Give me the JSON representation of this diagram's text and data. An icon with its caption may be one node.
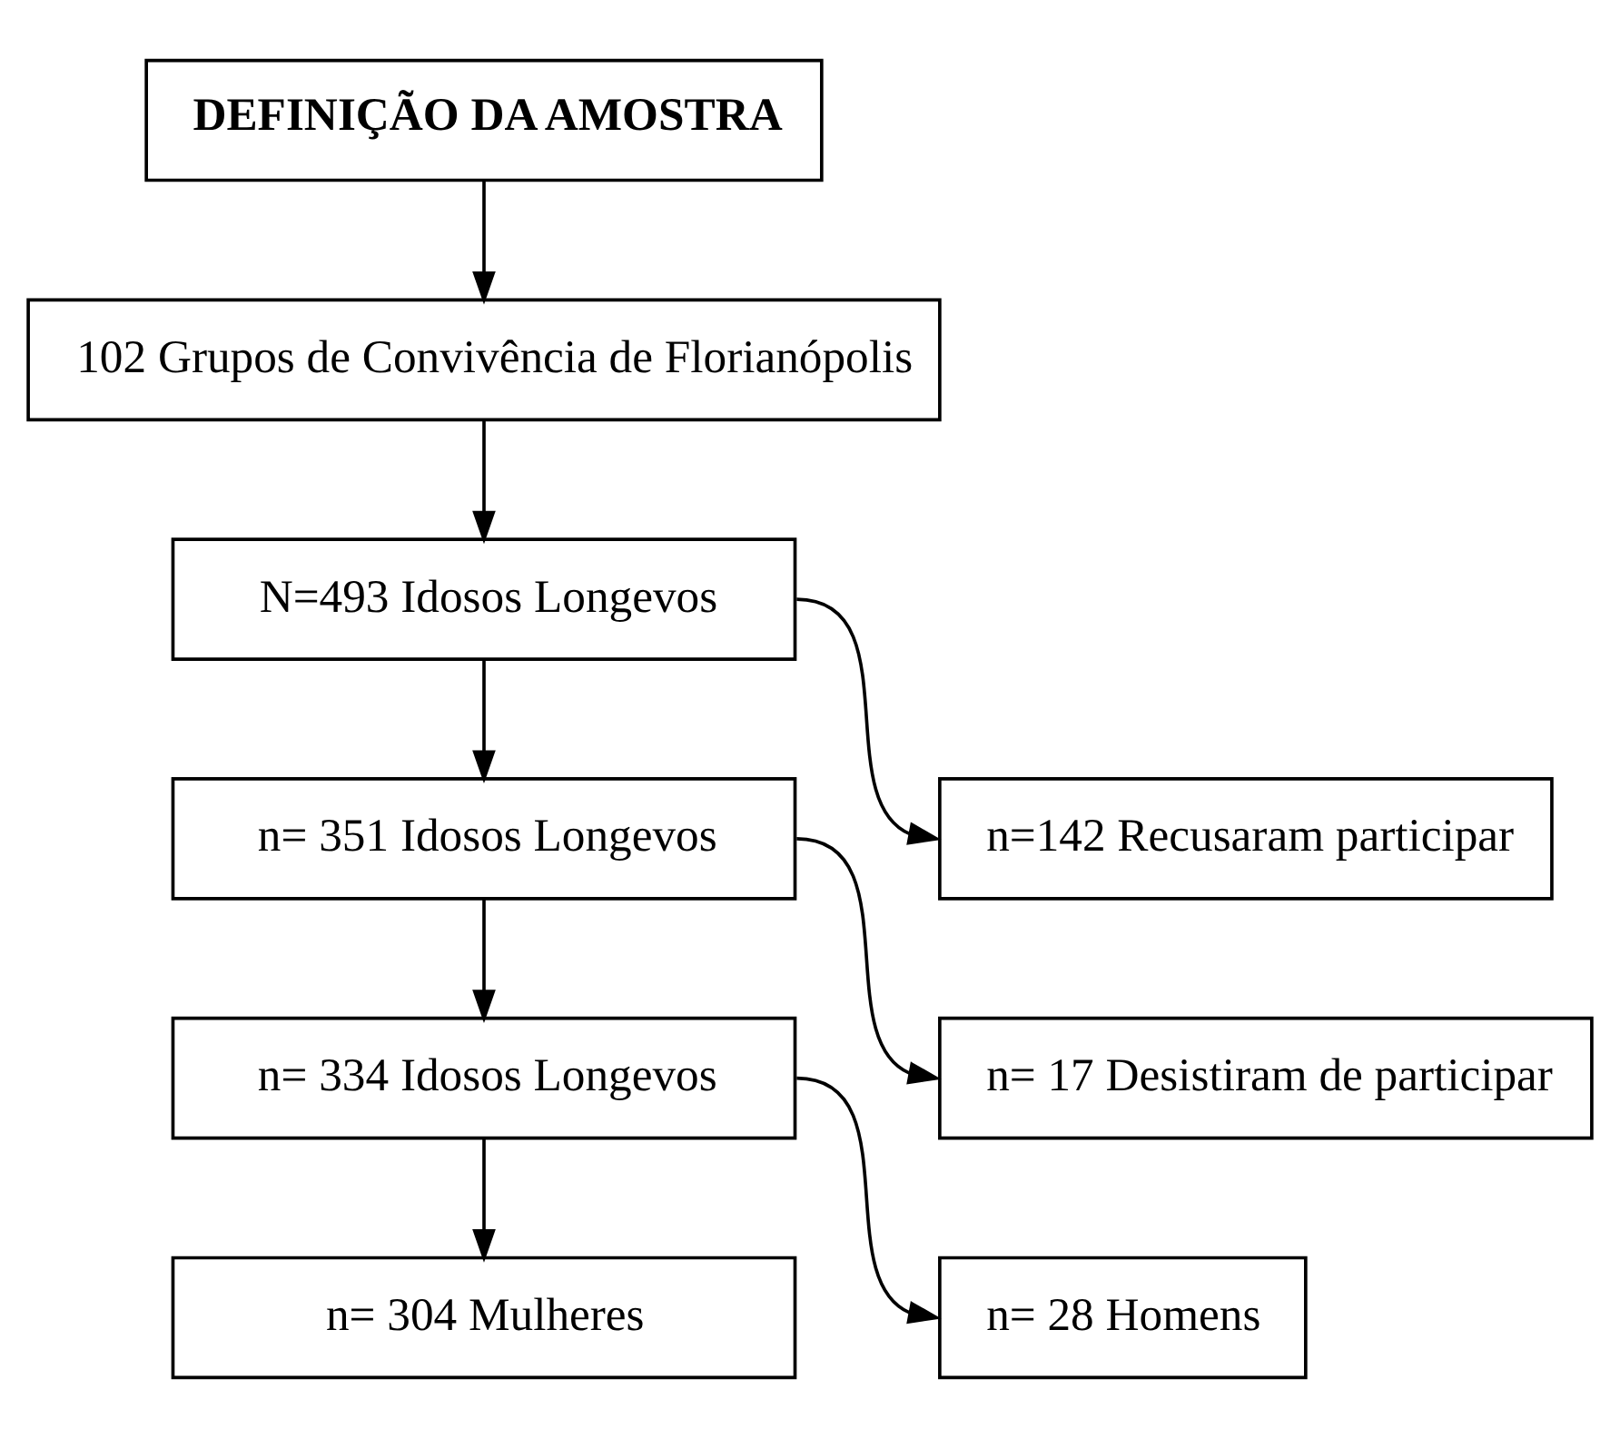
{
  "diagram": {
    "nodes": [
      {
        "text": [
          "DEFINIÇÃO DA AMOSTRA"
        ]
      },
      {
        "text": [
          "102 Grupos de Convivência de Florianópolis"
        ]
      },
      {
        "text": [
          "N=493 Idosos Longevos"
        ]
      },
      {
        "text": [
          "n=142 Recusaram participar"
        ]
      },
      {
        "text": [
          "n= 351 Idosos Longevos"
        ]
      },
      {
        "text": [
          "n= 17 Desistiram de participar"
        ]
      },
      {
        "text": [
          "n= 334 Idosos Longevos"
        ]
      },
      {
        "text": [
          "n= 28 Homens"
        ]
      },
      {
        "text": [
          "n= 304 Mulheres"
        ]
      }
    ],
    "edges": [
      {
        "from": 0,
        "to": 1,
        "arrow": "to"
      },
      {
        "from": 1,
        "to": 2,
        "arrow": "to"
      },
      {
        "from": 2,
        "to": 3,
        "arrow": "to"
      },
      {
        "from": 2,
        "to": 4,
        "arrow": "to"
      },
      {
        "from": 4,
        "to": 5,
        "arrow": "to"
      },
      {
        "from": 4,
        "to": 6,
        "arrow": "to"
      },
      {
        "from": 6,
        "to": 7,
        "arrow": "to"
      },
      {
        "from": 6,
        "to": 8,
        "arrow": "to"
      }
    ]
  }
}
